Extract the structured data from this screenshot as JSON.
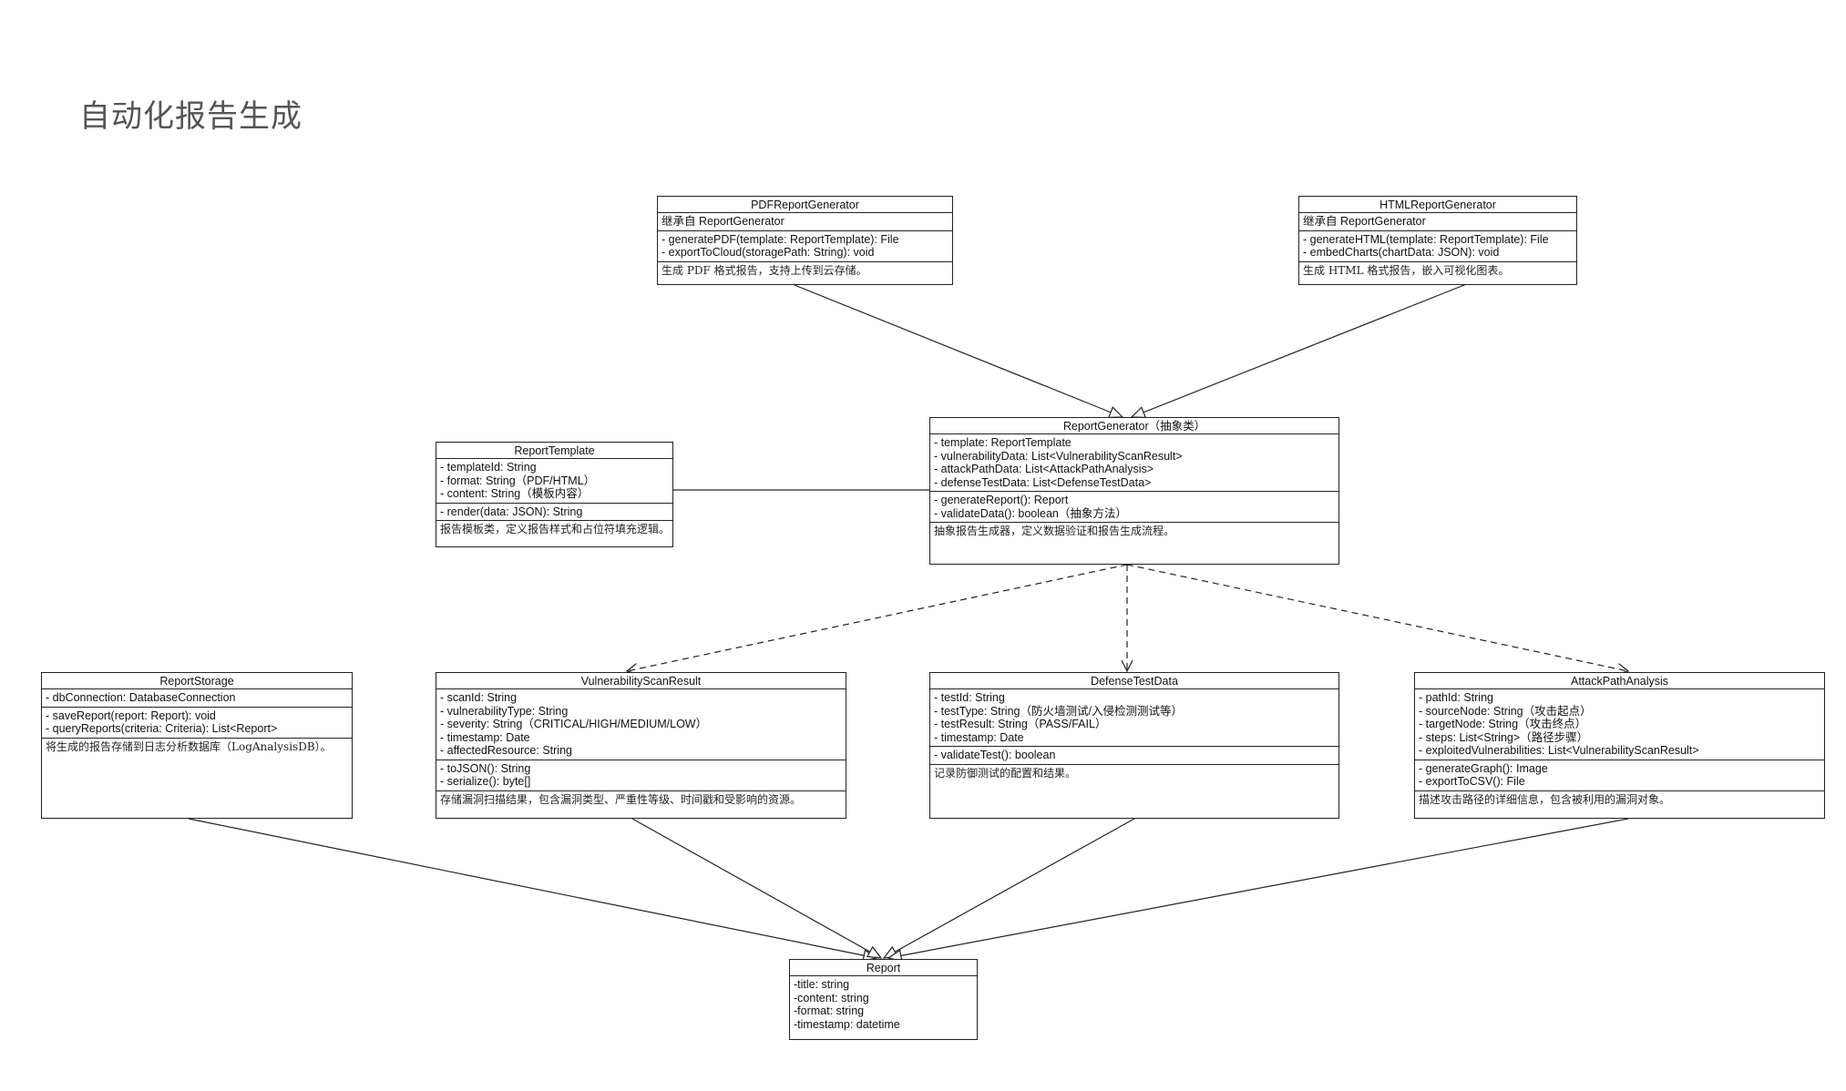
{
  "page": {
    "title": "自动化报告生成"
  },
  "classes": {
    "pdf": {
      "name": "PDFReportGenerator",
      "inherit": "继承自 ReportGenerator",
      "attributes": [],
      "methods": [
        "- generatePDF(template: ReportTemplate): File",
        "- exportToCloud(storagePath: String): void"
      ],
      "description": "生成 PDF 格式报告，支持上传到云存储。"
    },
    "html": {
      "name": "HTMLReportGenerator",
      "inherit": "继承自 ReportGenerator",
      "attributes": [],
      "methods": [
        "- generateHTML(template: ReportTemplate): File",
        "- embedCharts(chartData: JSON): void"
      ],
      "description": "生成 HTML 格式报告，嵌入可视化图表。"
    },
    "generator": {
      "name": "ReportGenerator（抽象类）",
      "attributes": [
        "- template: ReportTemplate",
        "- vulnerabilityData: List<VulnerabilityScanResult>",
        "- attackPathData: List<AttackPathAnalysis>",
        "- defenseTestData: List<DefenseTestData>"
      ],
      "methods": [
        "- generateReport(): Report",
        "- validateData(): boolean（抽象方法）"
      ],
      "description": "抽象报告生成器，定义数据验证和报告生成流程。"
    },
    "template": {
      "name": "ReportTemplate",
      "attributes": [
        "- templateId: String",
        "- format: String（PDF/HTML）",
        "- content: String（模板内容）"
      ],
      "methods": [
        "- render(data: JSON): String"
      ],
      "description": "报告模板类，定义报告样式和占位符填充逻辑。"
    },
    "storage": {
      "name": "ReportStorage",
      "attributes": [
        "- dbConnection: DatabaseConnection"
      ],
      "methods": [
        "- saveReport(report: Report): void",
        "- queryReports(criteria: Criteria): List<Report>"
      ],
      "description": "将生成的报告存储到日志分析数据库（LogAnalysisDB）。"
    },
    "vuln": {
      "name": "VulnerabilityScanResult",
      "attributes": [
        "- scanId: String",
        "- vulnerabilityType: String",
        "- severity: String（CRITICAL/HIGH/MEDIUM/LOW）",
        "- timestamp: Date",
        "- affectedResource: String"
      ],
      "methods": [
        "- toJSON(): String",
        "- serialize(): byte[]"
      ],
      "description": "存储漏洞扫描结果，包含漏洞类型、严重性等级、时间戳和受影响的资源。"
    },
    "defense": {
      "name": "DefenseTestData",
      "attributes": [
        "- testId: String",
        "- testType: String（防火墙测试/入侵检测测试等）",
        "- testResult: String（PASS/FAIL）",
        "- timestamp: Date"
      ],
      "methods": [
        "- validateTest(): boolean"
      ],
      "description": "记录防御测试的配置和结果。"
    },
    "attack": {
      "name": "AttackPathAnalysis",
      "attributes": [
        "- pathId: String",
        "- sourceNode: String（攻击起点）",
        "- targetNode: String（攻击终点）",
        "- steps: List<String>（路径步骤）",
        "- exploitedVulnerabilities: List<VulnerabilityScanResult>"
      ],
      "methods": [
        "- generateGraph(): Image",
        "- exportToCSV(): File"
      ],
      "description": "描述攻击路径的详细信息，包含被利用的漏洞对象。"
    },
    "report": {
      "name": "Report",
      "attributes": [
        "-title: string",
        "-content: string",
        "-format: string",
        "-timestamp: datetime"
      ],
      "methods": [],
      "description": ""
    }
  },
  "relations": [
    {
      "from": "pdf",
      "to": "generator",
      "kind": "generalization"
    },
    {
      "from": "html",
      "to": "generator",
      "kind": "generalization"
    },
    {
      "from": "generator",
      "to": "template",
      "kind": "composition"
    },
    {
      "from": "generator",
      "to": "vuln",
      "kind": "dependency"
    },
    {
      "from": "generator",
      "to": "defense",
      "kind": "dependency"
    },
    {
      "from": "generator",
      "to": "attack",
      "kind": "dependency"
    },
    {
      "from": "storage",
      "to": "report",
      "kind": "generalization"
    },
    {
      "from": "vuln",
      "to": "report",
      "kind": "generalization"
    },
    {
      "from": "defense",
      "to": "report",
      "kind": "generalization"
    },
    {
      "from": "attack",
      "to": "report",
      "kind": "generalization"
    }
  ]
}
